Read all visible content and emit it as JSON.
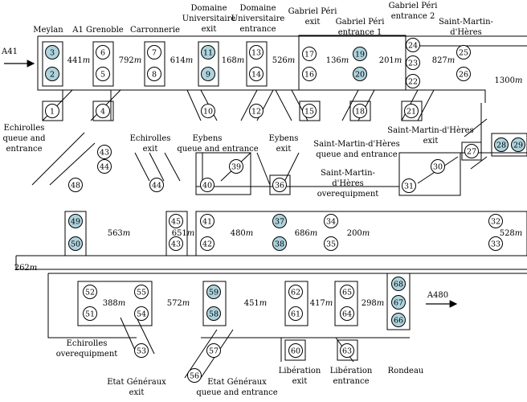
{
  "diagram": {
    "labels": [
      {
        "id": "meylan",
        "text": "Meylan"
      },
      {
        "id": "a1-grenoble",
        "text": "A1 Grenoble"
      },
      {
        "id": "carronnerie",
        "text": "Carronnerie"
      },
      {
        "id": "domaine-univ-exit-1",
        "text": "Domaine"
      },
      {
        "id": "domaine-univ-exit-2",
        "text": "Universitaire"
      },
      {
        "id": "domaine-univ-exit-3",
        "text": "exit"
      },
      {
        "id": "domaine-univ-entr-1",
        "text": "Domaine"
      },
      {
        "id": "domaine-univ-entr-2",
        "text": "Universitaire"
      },
      {
        "id": "domaine-univ-entr-3",
        "text": "entrance"
      },
      {
        "id": "gabriel-peri-exit-1",
        "text": "Gabriel Péri"
      },
      {
        "id": "gabriel-peri-exit-2",
        "text": "exit"
      },
      {
        "id": "gabriel-peri-e1-1",
        "text": "Gabriel Péri"
      },
      {
        "id": "gabriel-peri-e1-2",
        "text": "entrance 1"
      },
      {
        "id": "gabriel-peri-e2-1",
        "text": "Gabriel Péri"
      },
      {
        "id": "gabriel-peri-e2-2",
        "text": "entrance 2"
      },
      {
        "id": "st-martin-1",
        "text": "Saint-Martin-"
      },
      {
        "id": "st-martin-2",
        "text": "d'Hères"
      },
      {
        "id": "a41",
        "text": "A41"
      },
      {
        "id": "echirolles-queue-1",
        "text": "Echirolles"
      },
      {
        "id": "echirolles-queue-2",
        "text": "queue and"
      },
      {
        "id": "echirolles-queue-3",
        "text": "entrance"
      },
      {
        "id": "echirolles-exit-1",
        "text": "Echirolles"
      },
      {
        "id": "echirolles-exit-2",
        "text": "exit"
      },
      {
        "id": "eybens-queue-1",
        "text": "Eybens"
      },
      {
        "id": "eybens-queue-2",
        "text": "queue and entrance"
      },
      {
        "id": "eybens-exit-1",
        "text": "Eybens"
      },
      {
        "id": "eybens-exit-2",
        "text": "exit"
      },
      {
        "id": "smh-queue-1",
        "text": "Saint-Martin-d'Hères"
      },
      {
        "id": "smh-queue-2",
        "text": "queue and entrance"
      },
      {
        "id": "smh-exit-1",
        "text": "Saint-Martin-d'Hères"
      },
      {
        "id": "smh-exit-2",
        "text": "exit"
      },
      {
        "id": "smh-overeq-1",
        "text": "Saint-Martin-"
      },
      {
        "id": "smh-overeq-2",
        "text": "d'Hères"
      },
      {
        "id": "smh-overeq-3",
        "text": "overequipment"
      },
      {
        "id": "a480",
        "text": "A480"
      },
      {
        "id": "echirolles-overeq-1",
        "text": "Echirolles"
      },
      {
        "id": "echirolles-overeq-2",
        "text": "overequipment"
      },
      {
        "id": "etat-gen-exit-1",
        "text": "Etat Généraux"
      },
      {
        "id": "etat-gen-exit-2",
        "text": "exit"
      },
      {
        "id": "etat-gen-queue-1",
        "text": "Etat Généraux"
      },
      {
        "id": "etat-gen-queue-2",
        "text": "queue and entrance"
      },
      {
        "id": "liberation-exit-1",
        "text": "Libération"
      },
      {
        "id": "liberation-exit-2",
        "text": "exit"
      },
      {
        "id": "liberation-entr-1",
        "text": "Libération"
      },
      {
        "id": "liberation-entr-2",
        "text": "entrance"
      },
      {
        "id": "rondeau",
        "text": "Rondeau"
      }
    ],
    "distances": [
      {
        "id": "d441",
        "num": "441",
        "unit": "m"
      },
      {
        "id": "d792",
        "num": "792",
        "unit": "m"
      },
      {
        "id": "d614",
        "num": "614",
        "unit": "m"
      },
      {
        "id": "d168",
        "num": "168",
        "unit": "m"
      },
      {
        "id": "d526",
        "num": "526",
        "unit": "m"
      },
      {
        "id": "d136",
        "num": "136",
        "unit": "m"
      },
      {
        "id": "d201",
        "num": "201",
        "unit": "m"
      },
      {
        "id": "d827",
        "num": "827",
        "unit": "m"
      },
      {
        "id": "d1300",
        "num": "1300",
        "unit": "m"
      },
      {
        "id": "d563",
        "num": "563",
        "unit": "m"
      },
      {
        "id": "d651",
        "num": "651",
        "unit": "m"
      },
      {
        "id": "d480",
        "num": "480",
        "unit": "m"
      },
      {
        "id": "d686",
        "num": "686",
        "unit": "m"
      },
      {
        "id": "d200",
        "num": "200",
        "unit": "m"
      },
      {
        "id": "d528",
        "num": "528",
        "unit": "m"
      },
      {
        "id": "d262",
        "num": "262",
        "unit": "m"
      },
      {
        "id": "d388",
        "num": "388",
        "unit": "m"
      },
      {
        "id": "d572",
        "num": "572",
        "unit": "m"
      },
      {
        "id": "d451",
        "num": "451",
        "unit": "m"
      },
      {
        "id": "d417",
        "num": "417",
        "unit": "m"
      },
      {
        "id": "d298",
        "num": "298",
        "unit": "m"
      }
    ],
    "highlighted_nodes": [
      "2",
      "3",
      "9",
      "11",
      "19",
      "20",
      "28",
      "29",
      "37",
      "38",
      "49",
      "50",
      "58",
      "59",
      "66",
      "67",
      "68"
    ],
    "colors": {
      "highlight_fill": "#aed3dd",
      "node_fill": "#ffffff",
      "stroke": "#000000"
    },
    "nodes": [
      "1",
      "2",
      "3",
      "4",
      "5",
      "6",
      "7",
      "8",
      "9",
      "10",
      "11",
      "12",
      "13",
      "14",
      "15",
      "16",
      "17",
      "18",
      "19",
      "20",
      "21",
      "22",
      "23",
      "24",
      "25",
      "26",
      "27",
      "28",
      "29",
      "30",
      "31",
      "32",
      "33",
      "34",
      "35",
      "36",
      "37",
      "38",
      "39",
      "40",
      "41",
      "42",
      "43",
      "44",
      "45",
      "48",
      "49",
      "50",
      "51",
      "52",
      "53",
      "54",
      "55",
      "56",
      "57",
      "58",
      "59",
      "60",
      "61",
      "62",
      "63",
      "64",
      "65",
      "66",
      "67",
      "68"
    ]
  }
}
